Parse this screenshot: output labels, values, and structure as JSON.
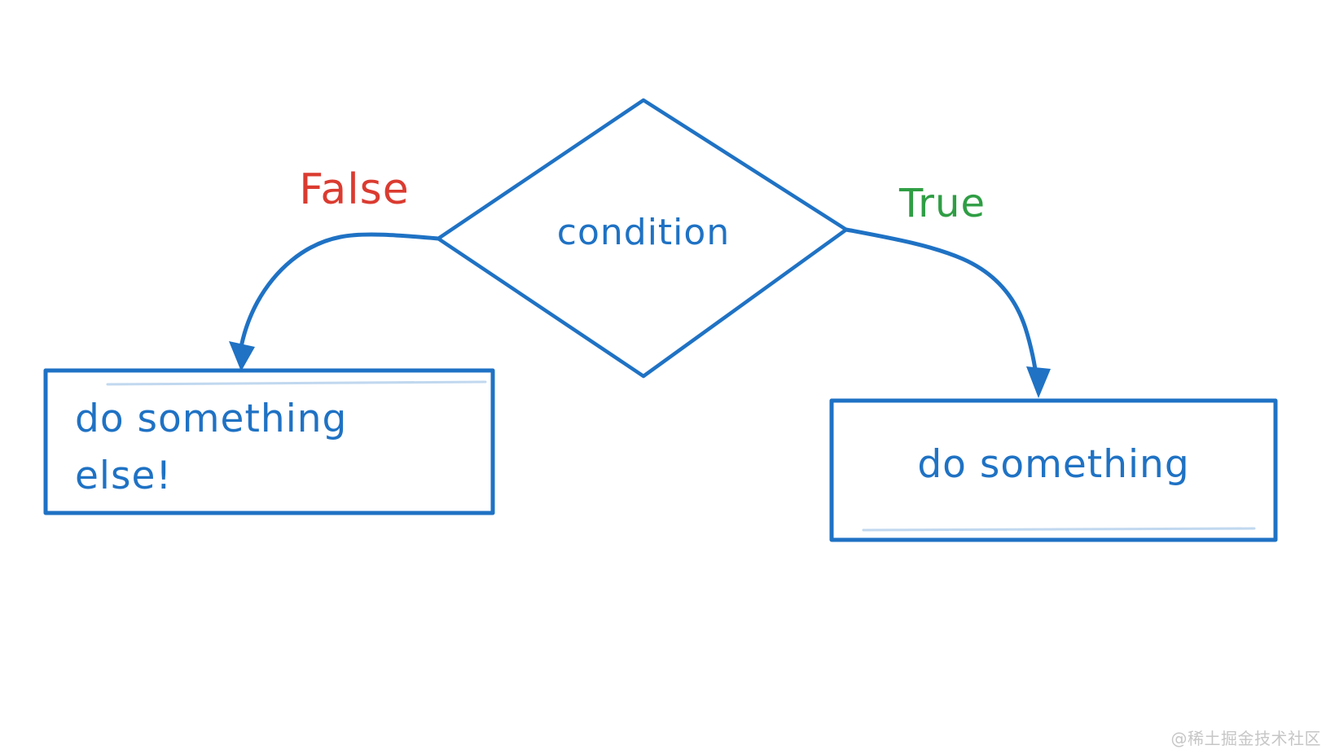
{
  "diagram": {
    "type": "flowchart",
    "colors": {
      "blue": "#1f72c4",
      "red": "#db3b30",
      "green": "#2f9e44",
      "watermark": "#c6c6c6",
      "background": "#ffffff"
    },
    "condition": {
      "label": "condition"
    },
    "branches": {
      "false": {
        "label": "False"
      },
      "true": {
        "label": "True"
      }
    },
    "boxes": {
      "false_action": {
        "lines": [
          "do something",
          "else!"
        ]
      },
      "true_action": {
        "label": "do something"
      }
    }
  },
  "watermark": {
    "text": "@稀土掘金技术社区"
  }
}
